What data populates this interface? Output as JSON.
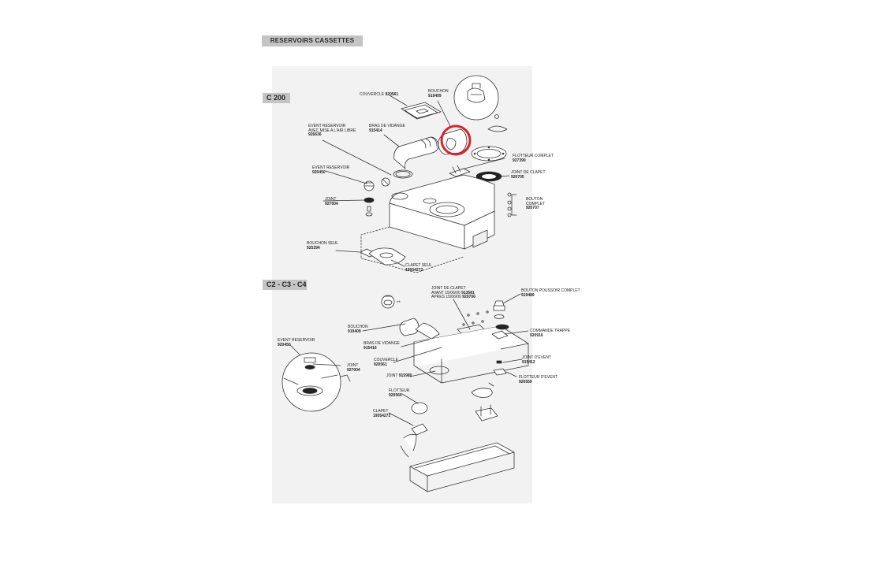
{
  "title": "RESERVOIRS CASSETTES",
  "sections": {
    "c200": "C 200",
    "c234": "C2 - C3 - C4"
  },
  "highlight_color": "#d9232d",
  "c200_parts": {
    "couvercle": {
      "name": "COUVERCLE",
      "ref": "920561"
    },
    "bouchon": {
      "name": "BOUCHON",
      "ref": "919409"
    },
    "event_air": {
      "name": "EVENT RESERVOIR",
      "name2": "AVEC MISE A L'AIR LIBRE",
      "ref": "926636"
    },
    "bras": {
      "name": "BRAS DE VIDANGE",
      "ref": "915414"
    },
    "flotteur": {
      "name": "FLOTTEUR COMPLET",
      "ref": "927390"
    },
    "event": {
      "name": "EVENT RESERVOIR",
      "ref": "920450"
    },
    "joint_clapet": {
      "name": "JOINT DE CLAPET",
      "ref": "920705"
    },
    "joint": {
      "name": "JOINT",
      "ref": "927004"
    },
    "bouton": {
      "name": "BOUTON",
      "name2": "COMPLET",
      "ref": "920707"
    },
    "bouchon_seul": {
      "name": "BOUCHON SEUL",
      "ref": "925294"
    },
    "clapet_seul": {
      "name": "CLAPET SEUL",
      "ref": "19554272"
    }
  },
  "c234_parts": {
    "joint_clapet": {
      "name": "JOINT DE CLAPET",
      "name2": "AVANT 15/06/00",
      "ref2": "913581",
      "name3": "APRES 15/06/00",
      "ref3": "920706"
    },
    "bouton_poussoir": {
      "name": "BOUTON POUSSOIR COMPLET",
      "ref": "919489"
    },
    "double_star": "**",
    "bouchon": {
      "name": "BOUCHON",
      "ref": "919409"
    },
    "commande_trappe": {
      "name": "COMMANDE TRAPPE",
      "ref": "920916"
    },
    "event": {
      "name": "EVENT RESERVOIR",
      "ref": "920450"
    },
    "bras": {
      "name": "BRAS DE VIDANGE",
      "ref": "915416"
    },
    "joint_event": {
      "name": "JOINT D'EVENT",
      "ref": "915412"
    },
    "couvercle": {
      "name": "COUVERCLE",
      "ref": "920561"
    },
    "joint_small": {
      "name": "JOINT",
      "ref": "927004"
    },
    "flotteur_event": {
      "name": "FLOTTEUR D'EVENT",
      "ref": "920559"
    },
    "joint": {
      "name": "JOINT",
      "ref": "915980"
    },
    "flotteur": {
      "name": "FLOTTEUR",
      "ref": "920560"
    },
    "clapet": {
      "name": "CLAPET",
      "ref": "19554272"
    }
  }
}
